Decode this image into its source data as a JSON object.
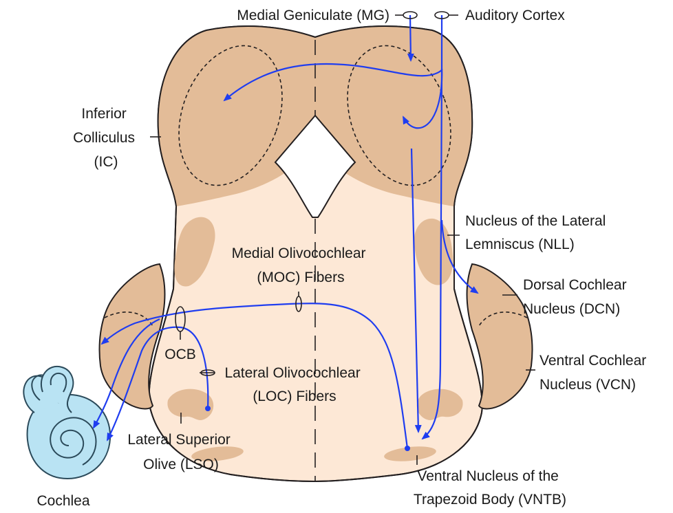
{
  "colors": {
    "tissue_light": "#fde8d6",
    "tissue_dark": "#e3bc98",
    "outline": "#231f20",
    "pathway": "#1f3df0",
    "cochlea_fill": "#b9e3f3",
    "cochlea_stroke": "#2b4a5a"
  },
  "labels": {
    "mg": "Medial Geniculate (MG)",
    "auditory_cortex": "Auditory Cortex",
    "ic": [
      "Inferior",
      "Colliculus",
      "(IC)"
    ],
    "nll": [
      "Nucleus of the Lateral",
      "Lemniscus (NLL)"
    ],
    "moc": [
      "Medial Olivocochlear",
      "(MOC) Fibers"
    ],
    "dcn": [
      "Dorsal Cochlear",
      "Nucleus (DCN)"
    ],
    "ocb": "OCB",
    "loc": [
      "Lateral Olivocochlear",
      "(LOC) Fibers"
    ],
    "vcn": [
      "Ventral Cochlear",
      "Nucleus (VCN)"
    ],
    "lso": [
      "Lateral Superior",
      "Olive (LSO)"
    ],
    "vntb": [
      "Ventral Nucleus of the",
      "Trapezoid Body (VNTB)"
    ],
    "cochlea": "Cochlea"
  }
}
